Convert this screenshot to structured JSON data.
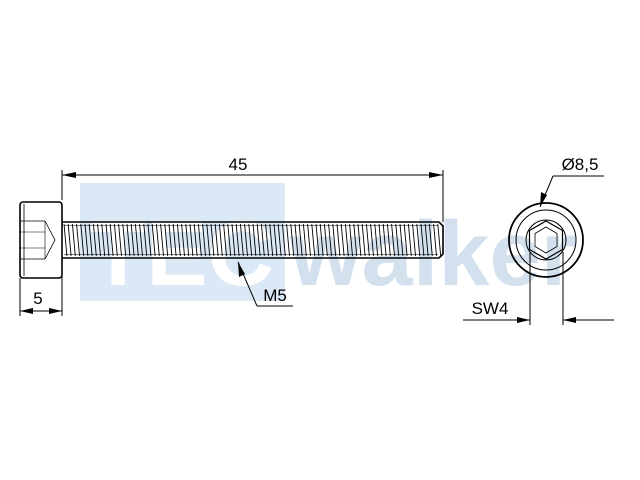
{
  "drawing": {
    "title": "Socket head cap screw technical drawing",
    "dimensions": {
      "length_label": "45",
      "head_height_label": "5",
      "thread_label": "M5",
      "head_diameter_label": "Ø8,5",
      "socket_size_label": "SW4"
    },
    "watermark": {
      "brand_boxed": "TEC",
      "brand_plain": "walker",
      "box_color": "#dbe8f5",
      "text_color": "#c9d9ea"
    },
    "colors": {
      "line": "#000000",
      "background": "#ffffff"
    }
  }
}
